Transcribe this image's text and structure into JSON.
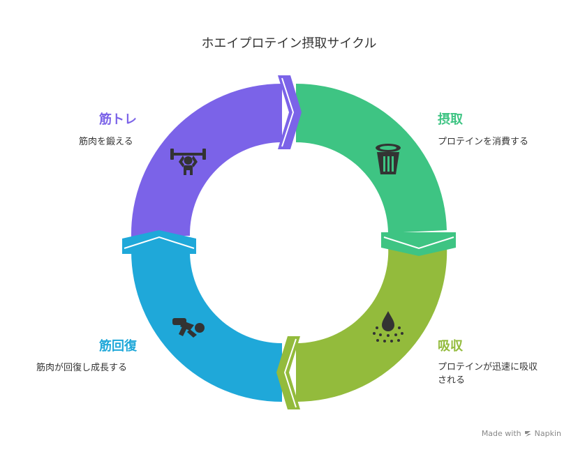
{
  "title": "ホエイプロテイン摂取サイクル",
  "stages": [
    {
      "key": "intake",
      "label": "摂取",
      "description": "プロテインを消費する",
      "color": "#3EC483",
      "icon": "cup-icon"
    },
    {
      "key": "absorb",
      "label": "吸収",
      "description": "プロテインが迅速に吸収される",
      "color": "#93BB3C",
      "icon": "droplet-icon"
    },
    {
      "key": "recover",
      "label": "筋回復",
      "description": "筋肉が回復し成長する",
      "color": "#1FA8D9",
      "icon": "resting-person-icon"
    },
    {
      "key": "train",
      "label": "筋トレ",
      "description": "筋肉を鍛える",
      "color": "#7B63E8",
      "icon": "weightlifter-icon"
    }
  ],
  "footer": {
    "made_with": "Made with",
    "brand": "Napkin"
  }
}
